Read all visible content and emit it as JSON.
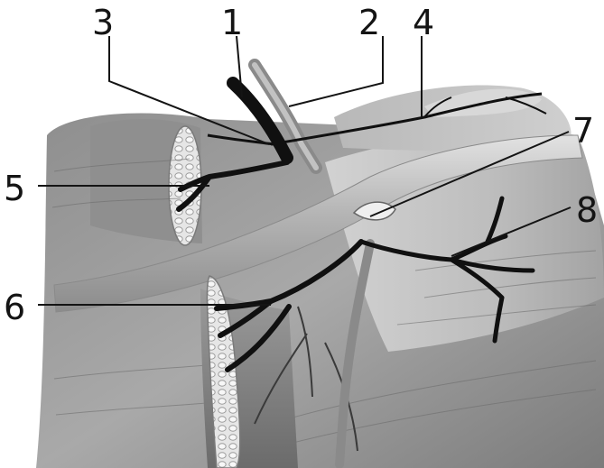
{
  "labels": {
    "n1": "1",
    "n2": "2",
    "n3": "3",
    "n4": "4",
    "n5": "5",
    "n6": "6",
    "n7": "7",
    "n8": "8"
  },
  "colors": {
    "background": "#ffffff",
    "muscle_dark": "#6f6f6f",
    "muscle_mid": "#9a9a9a",
    "muscle_light": "#c9c9c9",
    "vessel": "#101010",
    "tendon": "#b8b8b8",
    "leader_line": "#141414"
  }
}
